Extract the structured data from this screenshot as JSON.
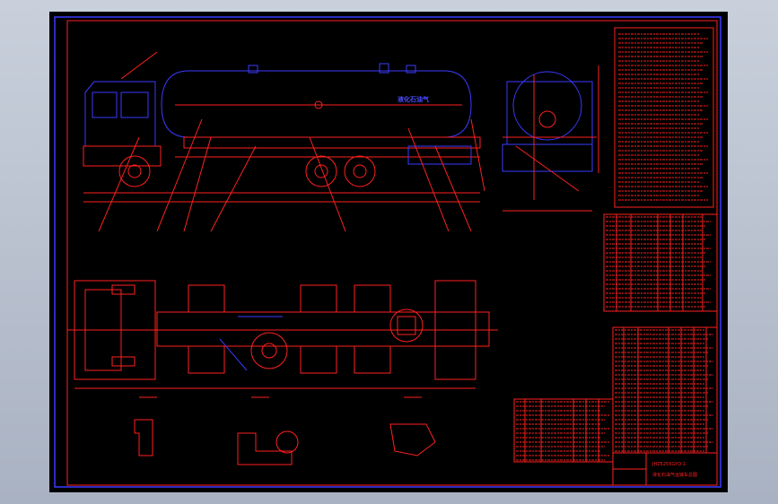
{
  "drawing": {
    "tank_label": "液化石油气",
    "title_block_code": "JHZ5255GYQ-1",
    "title_block_desc": "液化石油气运输车总图"
  },
  "colors": {
    "background": "#000000",
    "line_red": "#ff2020",
    "line_blue": "#3a3aff",
    "outer_frame": "#b0b8c8"
  }
}
